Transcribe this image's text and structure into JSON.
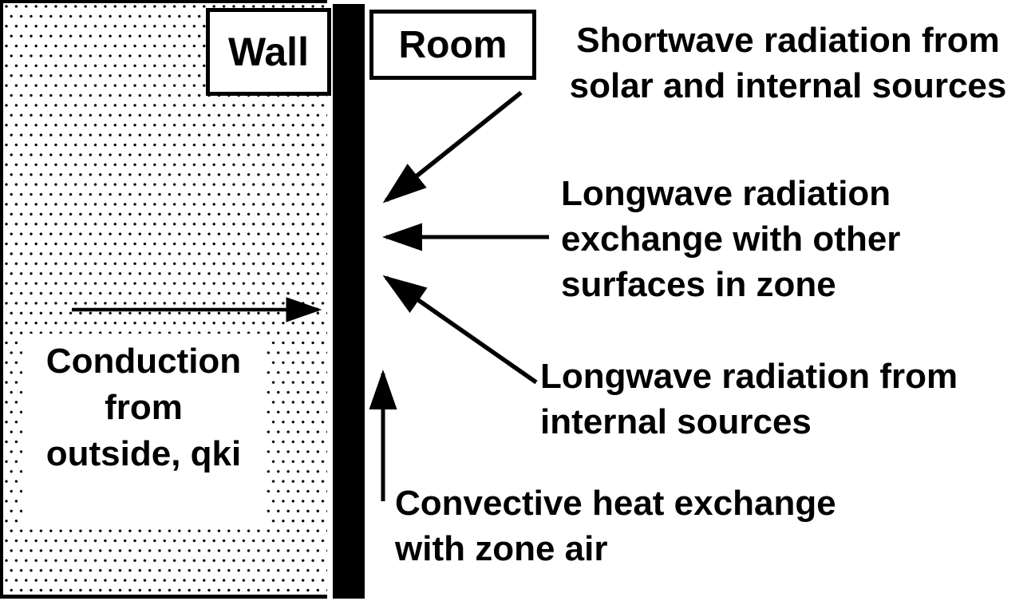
{
  "diagram": {
    "title_boxes": {
      "wall": "Wall",
      "room": "Room"
    },
    "labels": {
      "conduction": {
        "lines": [
          "Conduction",
          "from",
          "outside, qki"
        ]
      },
      "shortwave": {
        "lines": [
          "Shortwave radiation from",
          "solar and internal sources"
        ]
      },
      "longwave_exchange": {
        "lines": [
          "Longwave radiation",
          "exchange with other",
          "surfaces in zone"
        ]
      },
      "longwave_internal": {
        "lines": [
          "Longwave radiation from",
          "internal sources"
        ]
      },
      "convective": {
        "lines": [
          "Convective heat exchange",
          "with zone air"
        ]
      }
    },
    "arrows": [
      {
        "name": "conduction-arrow",
        "direction": "right-into-wall-surface"
      },
      {
        "name": "shortwave-arrow",
        "direction": "down-left-onto-surface"
      },
      {
        "name": "longwave-exchange-arrow",
        "direction": "left-onto-surface"
      },
      {
        "name": "longwave-internal-arrow",
        "direction": "up-left-onto-surface"
      },
      {
        "name": "convective-arrow",
        "direction": "up-along-surface"
      }
    ],
    "colors": {
      "ink": "#000000",
      "paper": "#ffffff"
    }
  }
}
